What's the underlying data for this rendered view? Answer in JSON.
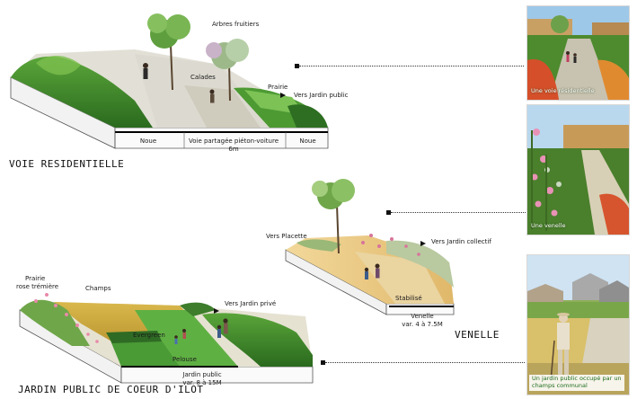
{
  "sections": {
    "voie": {
      "title": "VOIE RESIDENTIELLE",
      "labels": {
        "arbres": "Arbres fruitiers",
        "calades": "Calades",
        "prairie": "Prairie",
        "vers_jardin": "Vers Jardin public",
        "noue_left": "Noue",
        "voie_partagee": "Voie partagée piéton-voiture",
        "width": "6m",
        "noue_right": "Noue"
      },
      "photo_caption": "Une voie résidentielle"
    },
    "venelle": {
      "title": "VENELLE",
      "labels": {
        "vers_placette": "Vers Placette",
        "vers_jardin_collectif": "Vers Jardin collectif",
        "stabilise": "Stabilisé",
        "name": "Venelle",
        "width": "var. 4 à 7.5M"
      },
      "photo_caption": "Une venelle"
    },
    "jardin": {
      "title": "JARDIN PUBLIC DE COEUR D'ILOT",
      "labels": {
        "prairie": "Prairie",
        "rose": "rose trémière",
        "champs": "Champs",
        "vers_prive": "Vers Jardin privé",
        "evergreen": "Evergreen",
        "pelouse": "Pelouse",
        "name": "Jardin public",
        "width": "var. 8 à 15M"
      },
      "photo_caption_1": "Un jardin public occupé par un",
      "photo_caption_2": "champs communal"
    }
  },
  "colors": {
    "grass": "#3f8f2e",
    "dark_green": "#2c6b22",
    "path": "#d9d6cc",
    "wheat": "#c9a63a",
    "lawn": "#5fb043",
    "sand": "#e8c77a"
  }
}
